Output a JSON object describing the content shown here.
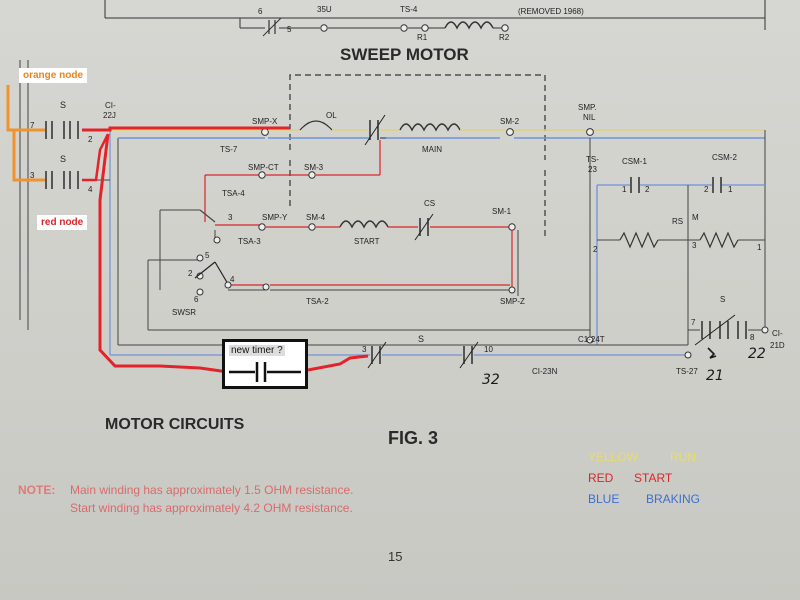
{
  "annotations": {
    "orange_node": "orange node",
    "red_node": "red node",
    "new_timer": "new timer ?"
  },
  "header": {
    "t6": "6",
    "t5": "5",
    "sw35u": "35U",
    "ts4": "TS-4",
    "r1": "R1",
    "r2": "R2",
    "removed": "(REMOVED 1968)"
  },
  "diagram": {
    "title": "SWEEP MOTOR",
    "labels": {
      "s_top": "S",
      "s_mid": "S",
      "n7": "7",
      "n2": "2",
      "n3_left": "3",
      "n4": "4",
      "ci22j_a": "CI-",
      "ci22j_b": "22J",
      "smpx": "SMP-X",
      "ts7": "TS-7",
      "ol": "OL",
      "main": "MAIN",
      "sm2": "SM-2",
      "smp_nil_a": "SMP.",
      "smp_nil_b": "NIL",
      "smpct": "SMP-CT",
      "sm3": "SM-3",
      "tsa4": "TSA-4",
      "n3_sw": "3",
      "smpy": "SMP-Y",
      "sm4": "SM-4",
      "cs": "CS",
      "sm1": "SM-1",
      "tsa3": "TSA-3",
      "start": "START",
      "n5": "5",
      "n2_sw": "2",
      "n4_sw": "4",
      "n6": "6",
      "swsr": "SWSR",
      "tsa2": "TSA-2",
      "smpz": "SMP-Z",
      "ts23_a": "TS-",
      "ts23_b": "23",
      "csm1": "CSM-1",
      "csm2": "CSM-2",
      "c1": "1",
      "c2a": "2",
      "c2b": "2",
      "c1b": "1",
      "rs": "RS",
      "m": "M",
      "n3_r": "3",
      "n2_r": "2",
      "n1_r": "1",
      "s_right": "S",
      "n7_r": "7",
      "n8_r": "8",
      "ci21d_a": "CI-",
      "ci21d_b": "21D",
      "c124t": "C1-24T",
      "s_bottom": "S",
      "n3_bottom": "3",
      "n10": "10",
      "ci23n": "CI-23N",
      "ts27": "TS-27"
    },
    "handwritten": {
      "h32": "32",
      "h21": "21",
      "h22": "22"
    }
  },
  "footer": {
    "section_title": "MOTOR CIRCUITS",
    "fig_title": "FIG. 3",
    "legend": [
      {
        "color_word": "YELLOW",
        "meaning": "RUN",
        "color": "#e9dc6a"
      },
      {
        "color_word": "RED",
        "meaning": "START",
        "color": "#d8262a"
      },
      {
        "color_word": "BLUE",
        "meaning": "BRAKING",
        "color": "#3d6fd0"
      }
    ],
    "note_label": "NOTE:",
    "note_line1": "Main winding has approximately 1.5 OHM resistance.",
    "note_line2": "Start winding has approximately 4.2 OHM resistance.",
    "page_number": "15"
  },
  "colors": {
    "red_wire": "#e3232a",
    "orange_wire": "#f0932e",
    "blue_wire": "#6f93d8",
    "yellow_wire": "#e0d27a",
    "ink": "#2a2a2a"
  }
}
